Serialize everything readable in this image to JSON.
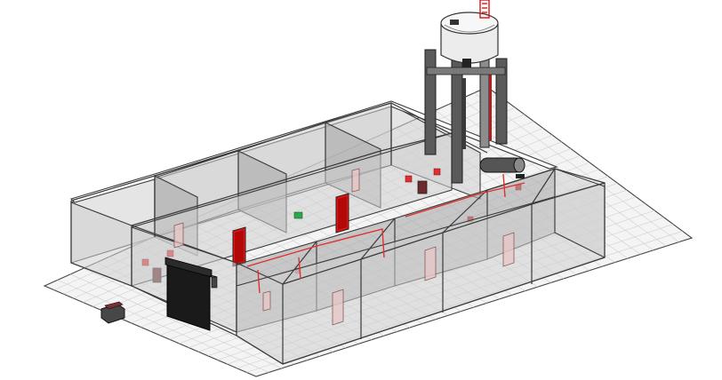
{
  "view": {
    "type": "isometric-3d-building-model",
    "background": "#ffffff"
  },
  "colors": {
    "fire_door": "#e11414",
    "fire_sign": "#e23030",
    "exit_sign": "#2aa84a",
    "fire_pipe": "#e03030",
    "structure_column": "#5a5a5a",
    "roll_up_door": "#1a1a1a",
    "wall_glass": "#cfcfcf"
  },
  "elements": {
    "water_tower": {
      "icon": "water-tank"
    },
    "roll_up_door": {
      "icon": "roll-up-door"
    },
    "exit_sign": {
      "icon": "exit-sign"
    },
    "fire_signs": {
      "icon": "fire-extinguisher-sign"
    }
  }
}
